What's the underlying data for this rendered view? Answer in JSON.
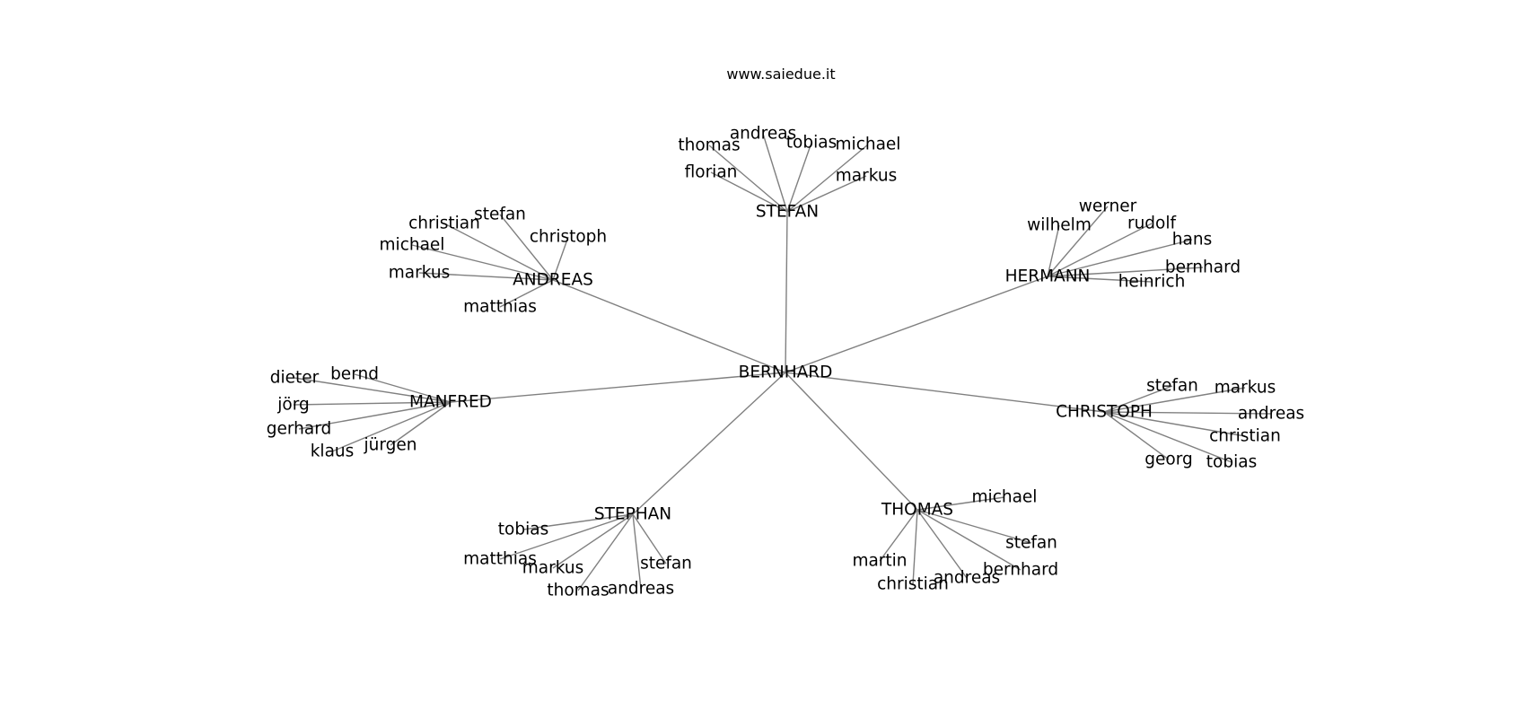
{
  "title": "www.saiedue.it",
  "edge_color": "#808080",
  "nodes": [
    {
      "id": "bernhard_root",
      "label": "BERNHARD"
    },
    {
      "id": "stefan_hub",
      "label": "STEFAN"
    },
    {
      "id": "andreas_hub",
      "label": "ANDREAS"
    },
    {
      "id": "hermann_hub",
      "label": "HERMANN"
    },
    {
      "id": "manfred_hub",
      "label": "MANFRED"
    },
    {
      "id": "christoph_hub",
      "label": "CHRISTOPH"
    },
    {
      "id": "stephan_hub",
      "label": "STEPHAN"
    },
    {
      "id": "thomas_hub",
      "label": "THOMAS"
    },
    {
      "id": "s_thomas",
      "label": "thomas"
    },
    {
      "id": "s_andreas",
      "label": "andreas"
    },
    {
      "id": "s_tobias",
      "label": "tobias"
    },
    {
      "id": "s_michael",
      "label": "michael"
    },
    {
      "id": "s_florian",
      "label": "florian"
    },
    {
      "id": "s_markus",
      "label": "markus"
    },
    {
      "id": "a_christian",
      "label": "christian"
    },
    {
      "id": "a_stefan",
      "label": "stefan"
    },
    {
      "id": "a_christoph",
      "label": "christoph"
    },
    {
      "id": "a_michael",
      "label": "michael"
    },
    {
      "id": "a_markus",
      "label": "markus"
    },
    {
      "id": "a_matthias",
      "label": "matthias"
    },
    {
      "id": "h_werner",
      "label": "werner"
    },
    {
      "id": "h_wilhelm",
      "label": "wilhelm"
    },
    {
      "id": "h_rudolf",
      "label": "rudolf"
    },
    {
      "id": "h_hans",
      "label": "hans"
    },
    {
      "id": "h_bernhard",
      "label": "bernhard"
    },
    {
      "id": "h_heinrich",
      "label": "heinrich"
    },
    {
      "id": "m_dieter",
      "label": "dieter"
    },
    {
      "id": "m_bernd",
      "label": "bernd"
    },
    {
      "id": "m_jorg",
      "label": "jörg"
    },
    {
      "id": "m_gerhard",
      "label": "gerhard"
    },
    {
      "id": "m_klaus",
      "label": "klaus"
    },
    {
      "id": "m_jurgen",
      "label": "jürgen"
    },
    {
      "id": "c_stefan",
      "label": "stefan"
    },
    {
      "id": "c_markus",
      "label": "markus"
    },
    {
      "id": "c_andreas",
      "label": "andreas"
    },
    {
      "id": "c_christian",
      "label": "christian"
    },
    {
      "id": "c_georg",
      "label": "georg"
    },
    {
      "id": "c_tobias",
      "label": "tobias"
    },
    {
      "id": "st_tobias",
      "label": "tobias"
    },
    {
      "id": "st_matthias",
      "label": "matthias"
    },
    {
      "id": "st_markus",
      "label": "markus"
    },
    {
      "id": "st_stefan",
      "label": "stefan"
    },
    {
      "id": "st_thomas",
      "label": "thomas"
    },
    {
      "id": "st_andreas",
      "label": "andreas"
    },
    {
      "id": "t_michael",
      "label": "michael"
    },
    {
      "id": "t_stefan",
      "label": "stefan"
    },
    {
      "id": "t_martin",
      "label": "martin"
    },
    {
      "id": "t_bernhard",
      "label": "bernhard"
    },
    {
      "id": "t_andreas",
      "label": "andreas"
    },
    {
      "id": "t_christian",
      "label": "christian"
    }
  ],
  "edges": [
    [
      "bernhard_root",
      "stefan_hub"
    ],
    [
      "bernhard_root",
      "andreas_hub"
    ],
    [
      "bernhard_root",
      "hermann_hub"
    ],
    [
      "bernhard_root",
      "manfred_hub"
    ],
    [
      "bernhard_root",
      "christoph_hub"
    ],
    [
      "bernhard_root",
      "stephan_hub"
    ],
    [
      "bernhard_root",
      "thomas_hub"
    ],
    [
      "stefan_hub",
      "s_thomas"
    ],
    [
      "stefan_hub",
      "s_andreas"
    ],
    [
      "stefan_hub",
      "s_tobias"
    ],
    [
      "stefan_hub",
      "s_michael"
    ],
    [
      "stefan_hub",
      "s_florian"
    ],
    [
      "stefan_hub",
      "s_markus"
    ],
    [
      "andreas_hub",
      "a_christian"
    ],
    [
      "andreas_hub",
      "a_stefan"
    ],
    [
      "andreas_hub",
      "a_christoph"
    ],
    [
      "andreas_hub",
      "a_michael"
    ],
    [
      "andreas_hub",
      "a_markus"
    ],
    [
      "andreas_hub",
      "a_matthias"
    ],
    [
      "hermann_hub",
      "h_werner"
    ],
    [
      "hermann_hub",
      "h_wilhelm"
    ],
    [
      "hermann_hub",
      "h_rudolf"
    ],
    [
      "hermann_hub",
      "h_hans"
    ],
    [
      "hermann_hub",
      "h_bernhard"
    ],
    [
      "hermann_hub",
      "h_heinrich"
    ],
    [
      "manfred_hub",
      "m_dieter"
    ],
    [
      "manfred_hub",
      "m_bernd"
    ],
    [
      "manfred_hub",
      "m_jorg"
    ],
    [
      "manfred_hub",
      "m_gerhard"
    ],
    [
      "manfred_hub",
      "m_klaus"
    ],
    [
      "manfred_hub",
      "m_jurgen"
    ],
    [
      "christoph_hub",
      "c_stefan"
    ],
    [
      "christoph_hub",
      "c_markus"
    ],
    [
      "christoph_hub",
      "c_andreas"
    ],
    [
      "christoph_hub",
      "c_christian"
    ],
    [
      "christoph_hub",
      "c_georg"
    ],
    [
      "christoph_hub",
      "c_tobias"
    ],
    [
      "stephan_hub",
      "st_tobias"
    ],
    [
      "stephan_hub",
      "st_matthias"
    ],
    [
      "stephan_hub",
      "st_markus"
    ],
    [
      "stephan_hub",
      "st_stefan"
    ],
    [
      "stephan_hub",
      "st_thomas"
    ],
    [
      "stephan_hub",
      "st_andreas"
    ],
    [
      "thomas_hub",
      "t_michael"
    ],
    [
      "thomas_hub",
      "t_stefan"
    ],
    [
      "thomas_hub",
      "t_martin"
    ],
    [
      "thomas_hub",
      "t_bernhard"
    ],
    [
      "thomas_hub",
      "t_andreas"
    ],
    [
      "thomas_hub",
      "t_christian"
    ]
  ]
}
